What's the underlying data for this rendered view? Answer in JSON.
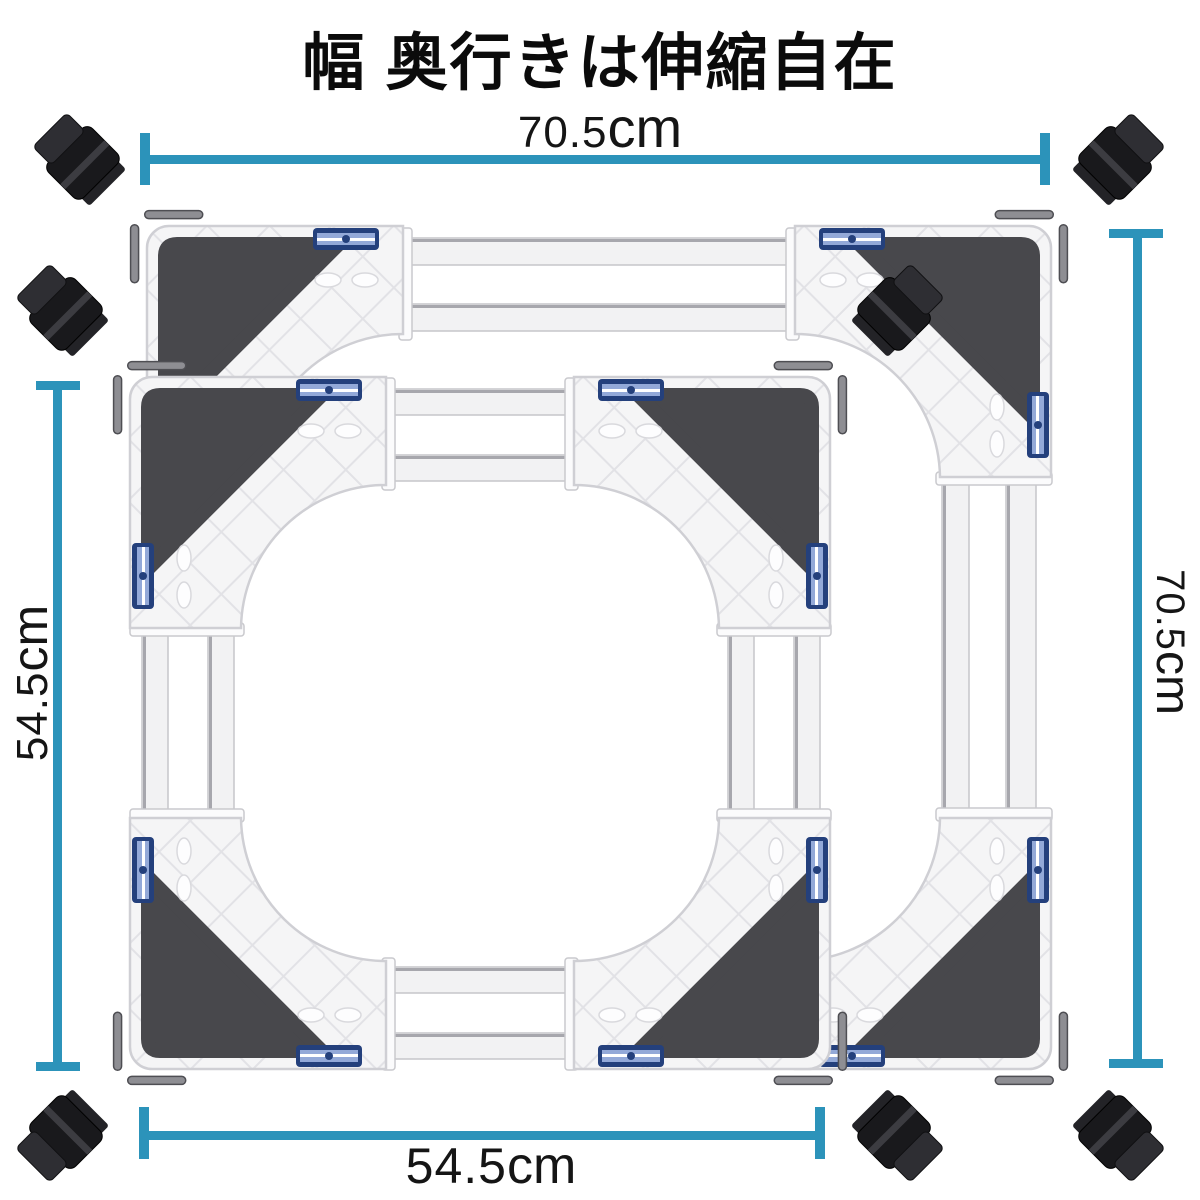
{
  "title": "幅 奥行きは伸縮自在",
  "dimension_labels": {
    "top": {
      "value": "70.5",
      "unit": "cm"
    },
    "right": {
      "value": "70.5",
      "unit": "cm"
    },
    "bottom": {
      "value": "54.5",
      "unit": "cm"
    },
    "left": {
      "value": "54.5",
      "unit": "cm"
    }
  },
  "colors": {
    "background": "#ffffff",
    "dimension_line": "#2c93ba",
    "label_text": "#151515",
    "title_text": "#0b0b0b",
    "corner_pad_dark": "#48484c",
    "corner_body_white": "#f5f5f6",
    "quilt_pattern_line": "#e2e2e6",
    "label_strip_navy": "#24407c",
    "label_strip_blue": "#93a9d8",
    "caster_black": "#1a1a1c",
    "caster_rod_gray": "#8e8e93",
    "tube_fill": "#f2f2f3",
    "tube_edge": "#c6c6ca"
  }
}
